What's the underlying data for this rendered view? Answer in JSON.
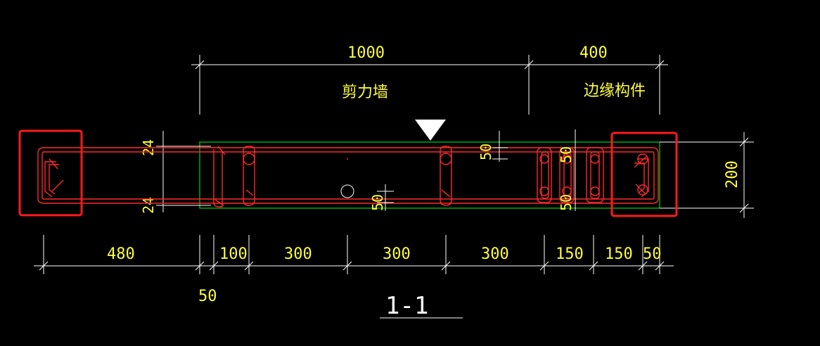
{
  "top_dims": {
    "wall_length": "1000",
    "edge_length": "400",
    "wall_label": "剪力墙",
    "edge_label": "边缘构件"
  },
  "side_dims": {
    "cover_top": "24",
    "cover_bottom": "24",
    "spacing_a": "50",
    "spacing_b": "50",
    "spacing_c": "50",
    "spacing_d": "50",
    "height": "200"
  },
  "bottom_dims": [
    "480",
    "100",
    "300",
    "300",
    "300",
    "150",
    "150",
    "50"
  ],
  "bottom_extra": "50",
  "section_title": "1-1",
  "colors": {
    "background": "#000000",
    "dimension_text": "#ffff3c",
    "rebar": "#ff2a2a",
    "outline": "#00ff00",
    "lines": "#ffffff",
    "highlight": "#ff1a1a"
  }
}
